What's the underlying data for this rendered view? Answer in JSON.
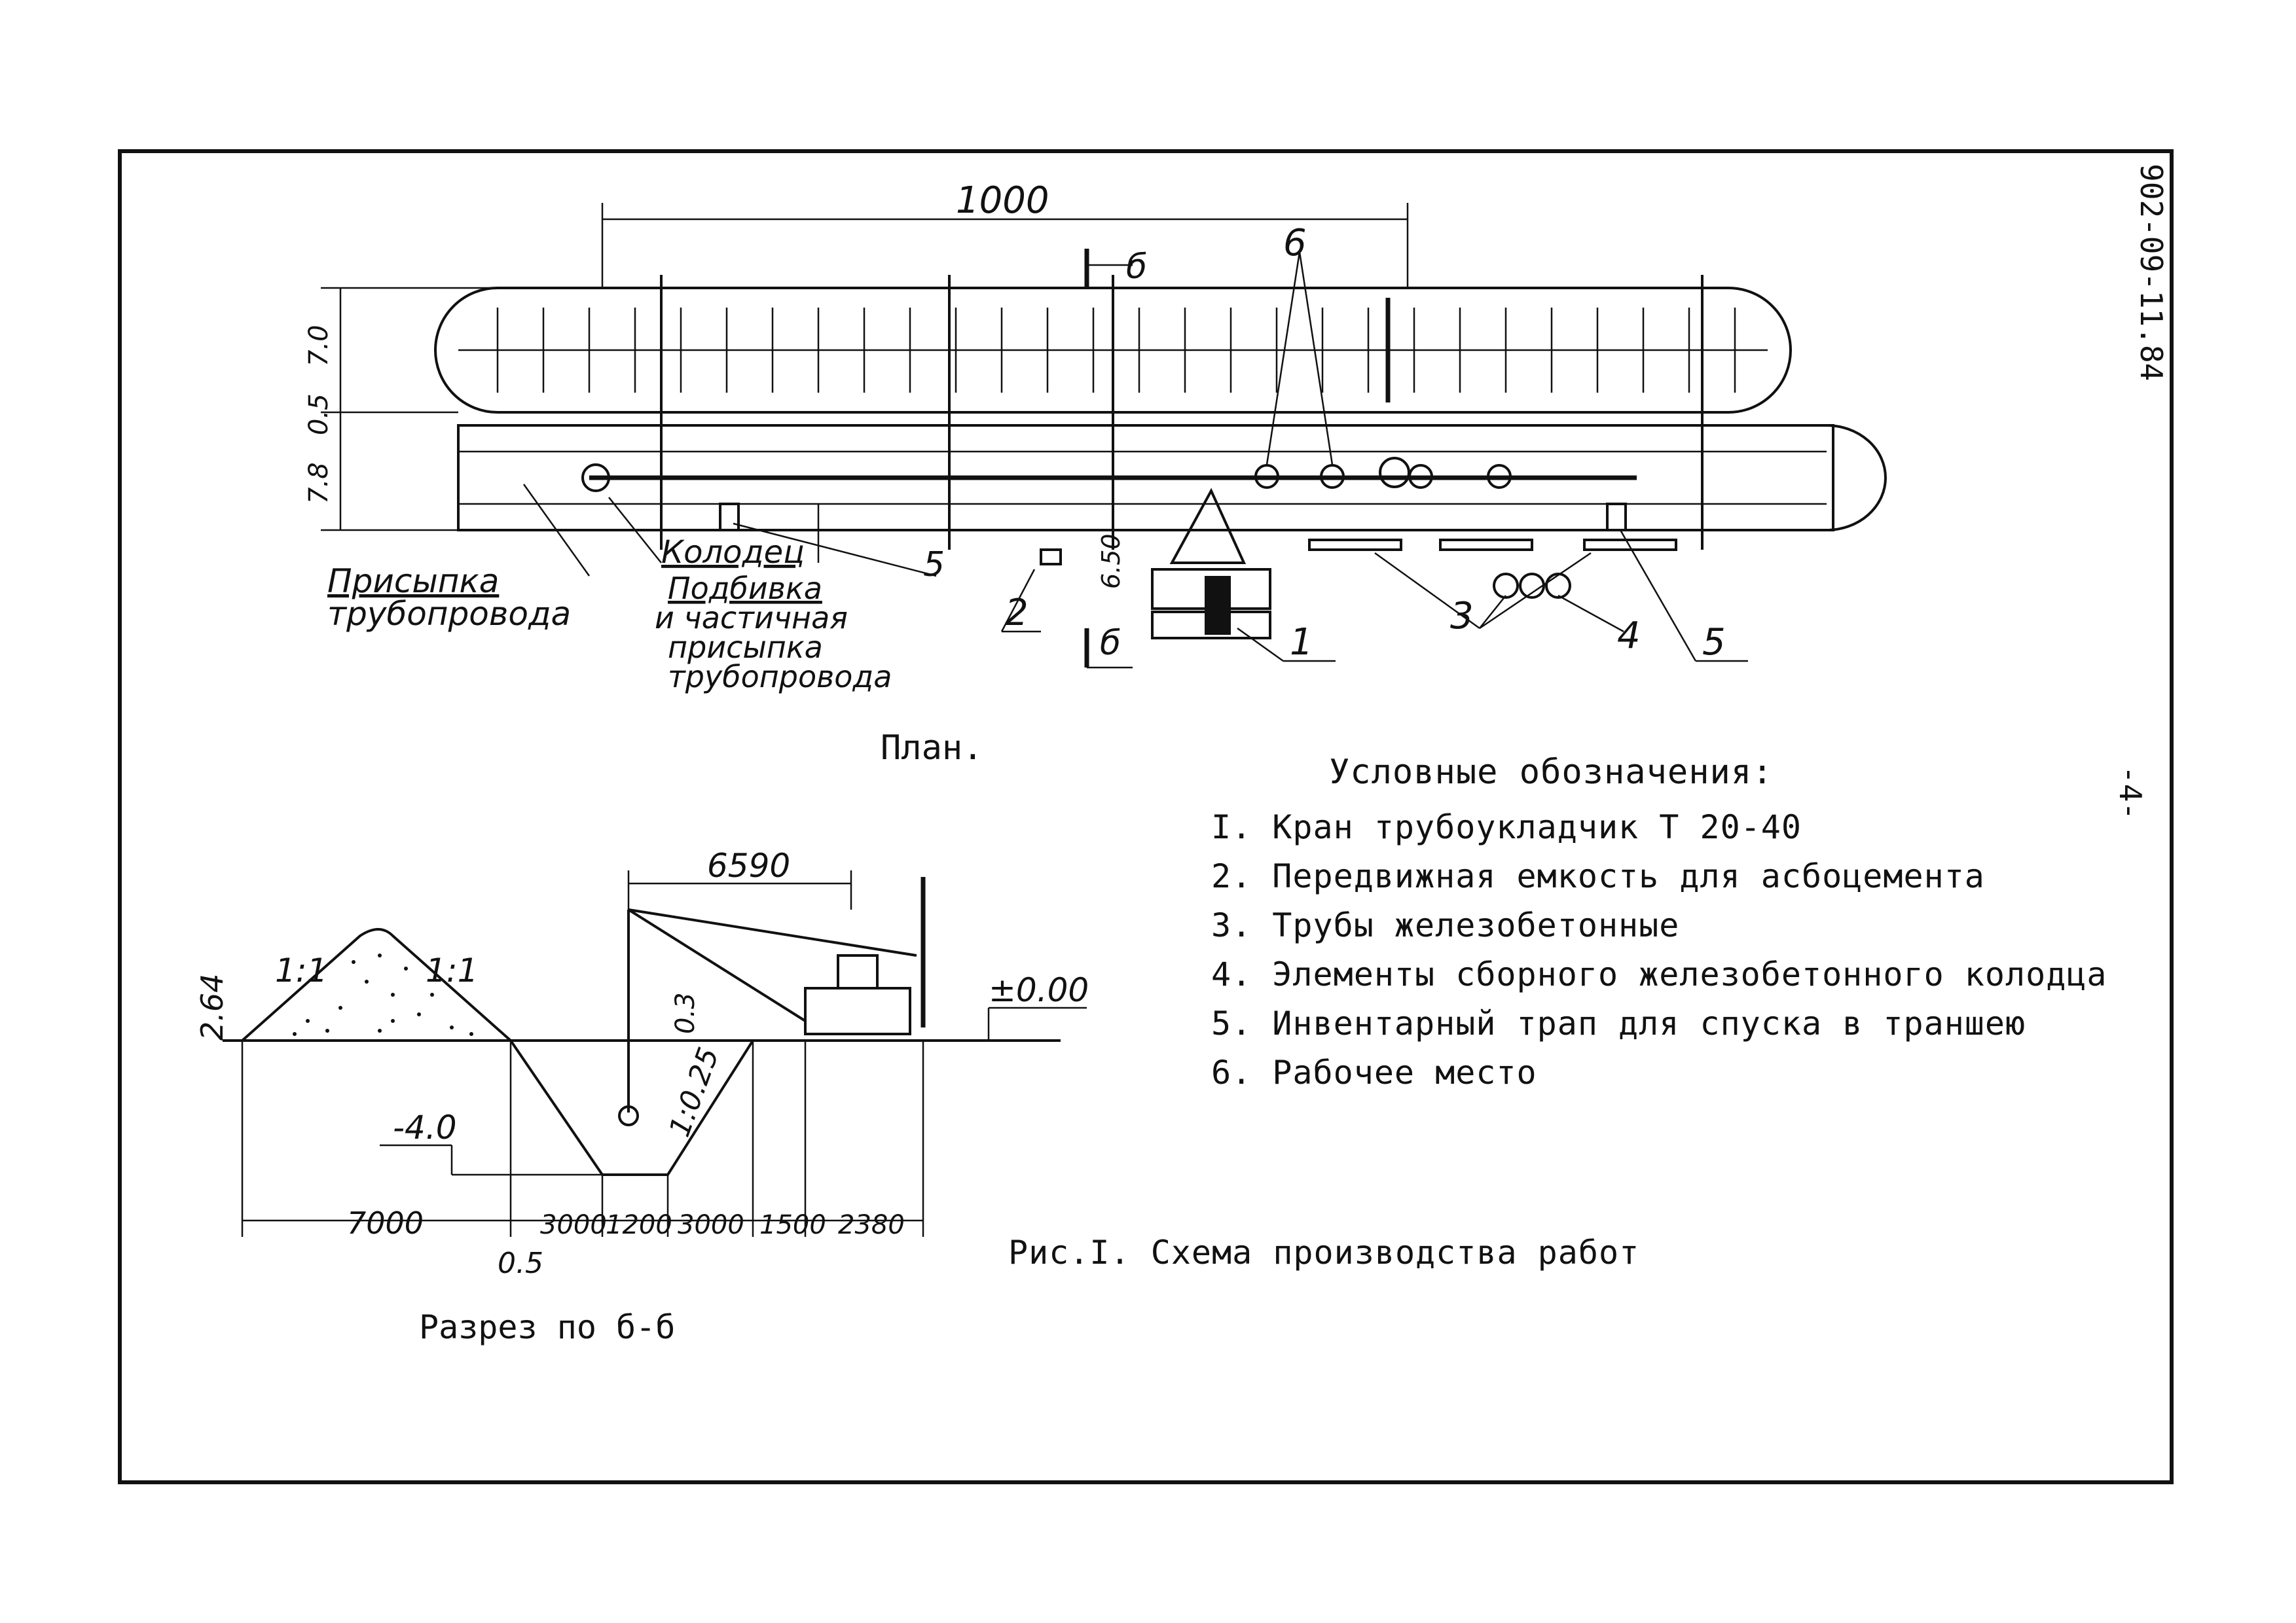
{
  "document_code": "902-09-11.84",
  "page_number": "-4-",
  "plan": {
    "title": "План.",
    "dim_top": "1000",
    "dim_left": [
      "7.0",
      "0.5",
      "7.8"
    ],
    "dim_small": "6.50",
    "section_mark": "б",
    "labels": {
      "backfill_pipeline": [
        "Присыпка",
        "трубопровода"
      ],
      "well": "Колодец",
      "tamping_partial_backfill": [
        "Подбивка",
        "и частичная",
        "присыпка",
        "трубопровода"
      ]
    },
    "callouts": [
      "1",
      "2",
      "3",
      "4",
      "5",
      "6"
    ]
  },
  "section": {
    "title": "Разрез по б-б",
    "dim_top": "6590",
    "level_zero": "±0.00",
    "level_bottom": "-4.0",
    "slope_left": "1:1",
    "slope_right": "1:1",
    "slope_trench": "1:0.25",
    "height_mound": "2.64",
    "height_small": "0.3",
    "bottom_dims": [
      "7000",
      "3000",
      "1200",
      "3000",
      "1500",
      "2380"
    ],
    "bottom_small": "0.5"
  },
  "legend": {
    "title": "Условные обозначения:",
    "items": [
      "I. Кран трубоукладчик Т 20-40",
      "2. Передвижная емкость для асбоцемента",
      "3. Трубы железобетонные",
      "4. Элементы сборного железобетонного колодца",
      "5. Инвентарный трап для спуска в траншею",
      "6. Рабочее место"
    ]
  },
  "figure_caption": "Рис.I.  Схема производства работ"
}
